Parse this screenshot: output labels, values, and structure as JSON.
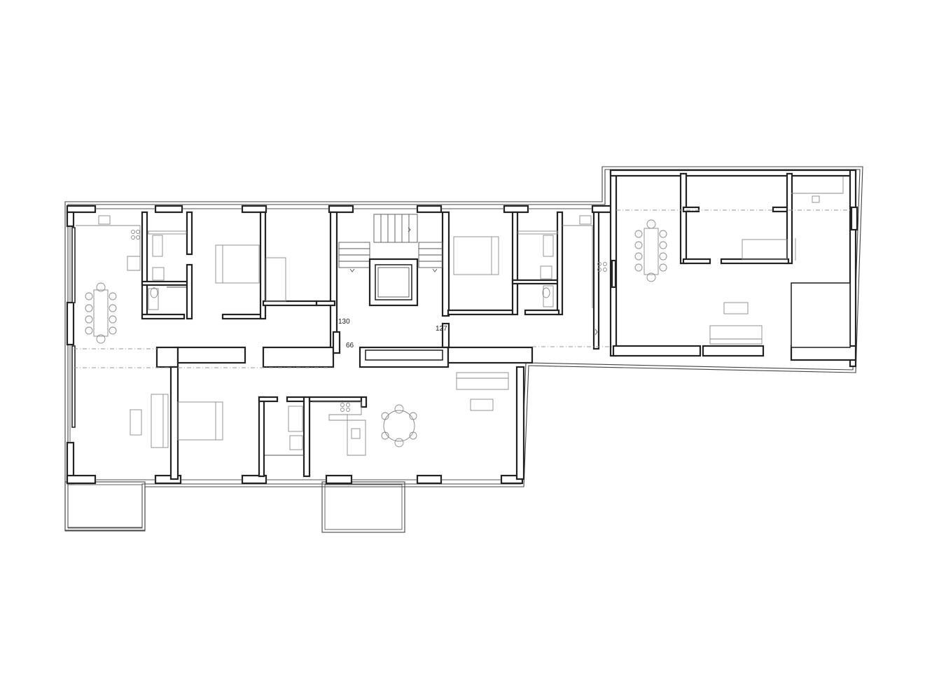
{
  "dimensions": {
    "corridor_width_left": "130",
    "corridor_width_right": "127",
    "passage_width": "66"
  },
  "colors": {
    "background": "#ffffff",
    "wall_stroke": "#2a2a2a",
    "furniture_stroke": "#8a8a8a"
  }
}
